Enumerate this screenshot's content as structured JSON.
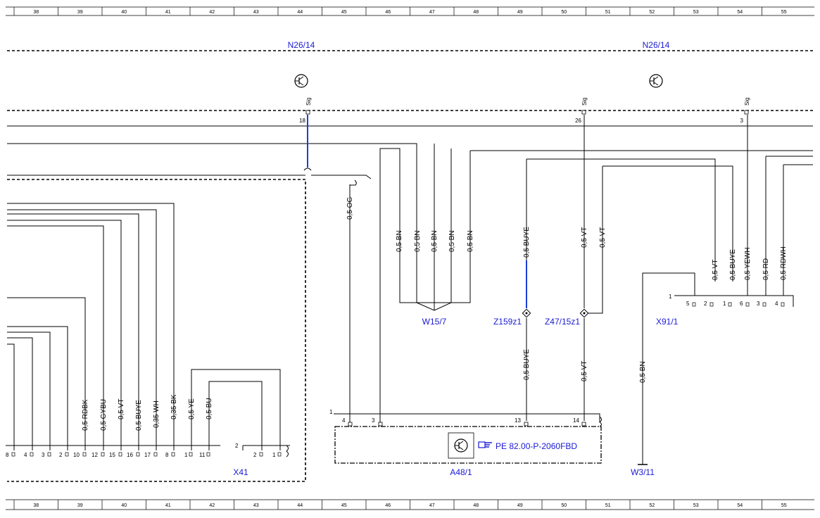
{
  "ruler": [
    "38",
    "39",
    "40",
    "41",
    "42",
    "43",
    "44",
    "45",
    "46",
    "47",
    "48",
    "49",
    "50",
    "51",
    "52",
    "53",
    "54",
    "55"
  ],
  "components": {
    "n26_left": "N26/14",
    "n26_right": "N26/14",
    "w15_7": "W15/7",
    "z159z1": "Z159z1",
    "z47_15z1": "Z47/15z1",
    "x91_1": "X91/1",
    "x41": "X41",
    "a48_1": "A48/1",
    "w3_11": "W3/11"
  },
  "reference": "PE 82.00-P-2060FBD",
  "signal_label": "Sig",
  "pins": {
    "n26_18": "18",
    "n26_26": "26",
    "n26_3": "3",
    "a48_1": "1",
    "a48_4": "4",
    "a48_3": "3",
    "a48_13": "13",
    "a48_14": "14",
    "x91_1": "1",
    "x91_p5": "5",
    "x91_p2": "2",
    "x91_p1": "1",
    "x91_p6": "6",
    "x91_p3": "3",
    "x91_p4": "4",
    "x41_2": "2",
    "x41_p2": "2",
    "x41_p1": "1",
    "conn_p8a": "8",
    "conn_p4": "4",
    "conn_p3": "3",
    "conn_p2": "2",
    "conn_p10": "10",
    "conn_p12": "12",
    "conn_p15": "15",
    "conn_p16": "16",
    "conn_p17": "17",
    "conn_p8b": "8",
    "conn_p1": "1",
    "conn_p11": "11"
  },
  "wires": {
    "og": "0,5 OG",
    "bn1": "0,5 BN",
    "bn2": "0,5 BN",
    "bn3": "0,5 BN",
    "bn4": "0,5 BN",
    "bn5": "0,5 BN",
    "buye_top": "0,5 BUYE",
    "vt_top1": "0,5 VT",
    "vt_top2": "0,5 VT",
    "buye_bot": "0,5 BUYE",
    "vt_bot": "0,5 VT",
    "bn_w3": "0,5 BN",
    "x91_vt": "0,5 VT",
    "x91_buye": "0,5 BUYE",
    "x91_yewh": "0,5 YEWH",
    "x91_rd": "0,5 RD",
    "x91_rdwh": "0,5 RDWH",
    "rdbk": "0,5 RDBK",
    "gybu": "0,5 GYBU",
    "vt_l": "0,5 VT",
    "buye_l": "0,5 BUYE",
    "wh": "0,35 WH",
    "bk": "0,35 BK",
    "ye": "0,5 YE",
    "bu": "0,5 BU"
  }
}
